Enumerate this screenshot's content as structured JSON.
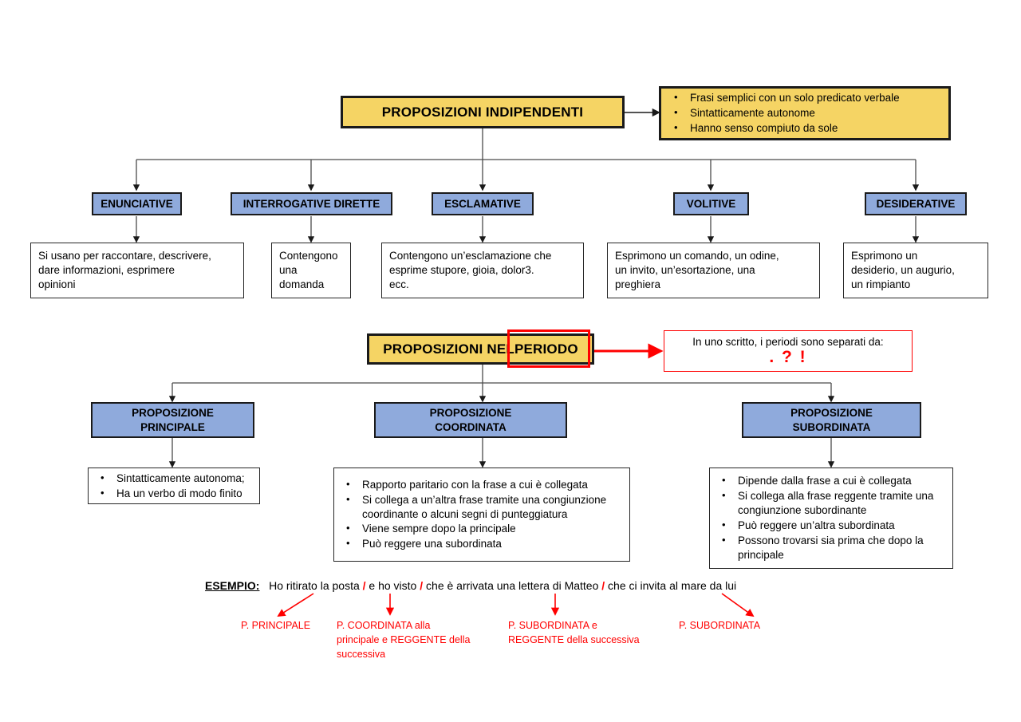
{
  "diagram": {
    "title_section_1": "PROPOSIZIONI INDIPENDENTI",
    "title_section_2": "PROPOSIZIONI NEL PERIODO",
    "title_section_2_part_a": "PROPOSIZIONI NEL ",
    "title_section_2_part_b": "PERIODO",
    "colors": {
      "yellow_fill": "#F5D464",
      "blue_fill": "#8FAADC",
      "red_accent": "#FF0000",
      "border_dark": "#1A1A1A",
      "white_fill": "#FFFFFF"
    }
  },
  "independent_notes": {
    "items": [
      "Frasi semplici con un solo predicato verbale",
      "Sintatticamente autonome",
      "Hanno senso compiuto da sole"
    ]
  },
  "independent_types": [
    {
      "label": "ENUNCIATIVE",
      "description_lines": [
        "Si usano per raccontare, descrivere,",
        "dare informazioni, esprimere",
        "opinioni"
      ]
    },
    {
      "label": "INTERROGATIVE DIRETTE",
      "description_lines": [
        "Contengono",
        "una",
        "domanda"
      ]
    },
    {
      "label": "ESCLAMATIVE",
      "description_lines": [
        "Contengono un’esclamazione che",
        "esprime stupore, gioia, dolor3.",
        "ecc."
      ]
    },
    {
      "label": "VOLITIVE",
      "description_lines": [
        "Esprimono un comando, un odine,",
        "un invito, un’esortazione, una",
        "preghiera"
      ]
    },
    {
      "label": "DESIDERATIVE",
      "description_lines": [
        "Esprimono un",
        "desiderio, un augurio,",
        "un rimpianto"
      ]
    }
  ],
  "period_note": {
    "line": "In uno scritto, i periodi sono separati da:",
    "marks": ". ? !"
  },
  "period_types": [
    {
      "label_line_1": "PROPOSIZIONE",
      "label_line_2": "PRINCIPALE",
      "bullets": [
        "Sintatticamente autonoma;",
        "Ha un verbo di modo finito"
      ]
    },
    {
      "label_line_1": "PROPOSIZIONE",
      "label_line_2": "COORDINATA",
      "bullets": [
        "Rapporto paritario con la frase a cui è collegata",
        "Si collega a un’altra frase tramite una congiunzione coordinante o alcuni segni di punteggiatura",
        "Viene sempre dopo la principale",
        "Può reggere una subordinata"
      ]
    },
    {
      "label_line_1": "PROPOSIZIONE",
      "label_line_2": "SUBORDINATA",
      "bullets": [
        "Dipende dalla frase a cui è collegata",
        "Si collega alla frase reggente tramite una congiunzione subordinante",
        "Può reggere un’altra subordinata",
        "Possono trovarsi sia prima che dopo la principale"
      ]
    }
  ],
  "example": {
    "label": "ESEMPIO:",
    "segments": [
      "Ho ritirato la posta",
      "e ho visto",
      "che è arrivata una lettera di Matteo",
      "che ci invita al mare da lui"
    ],
    "separator": "/",
    "annotations": [
      "P. PRINCIPALE",
      "P. COORDINATA alla principale  e REGGENTE della successiva",
      "P. SUBORDINATA e REGGENTE della successiva",
      "P. SUBORDINATA"
    ],
    "annotation_lines": [
      [
        "P. PRINCIPALE"
      ],
      [
        "P. COORDINATA alla",
        "principale  e REGGENTE della",
        "successiva"
      ],
      [
        "P. SUBORDINATA e",
        "REGGENTE della successiva"
      ],
      [
        "P. SUBORDINATA"
      ]
    ]
  }
}
